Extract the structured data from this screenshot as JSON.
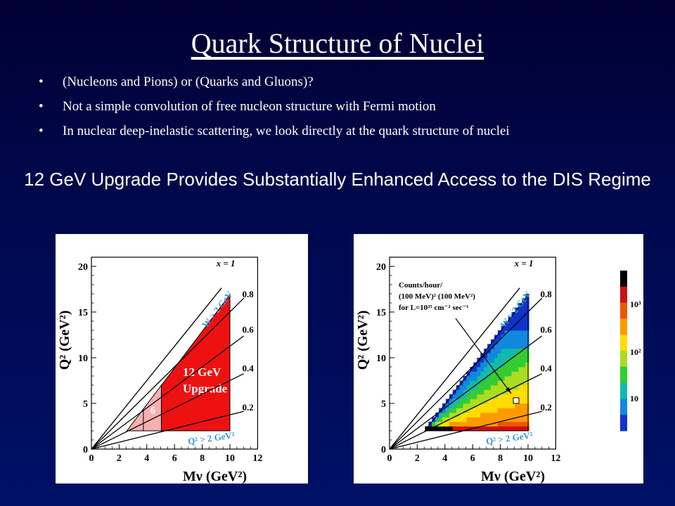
{
  "slide": {
    "title": "Quark Structure of Nuclei",
    "bullets": [
      "(Nucleons and Pions) or (Quarks and Gluons)?",
      "Not a simple convolution of free nucleon structure with Fermi motion",
      "In nuclear deep-inelastic scattering, we look directly at the quark structure of nuclei"
    ],
    "subtitle": "12 GeV Upgrade Provides Substantially Enhanced Access to the DIS Regime"
  },
  "chart_data": [
    {
      "type": "area",
      "xlabel": "Mν (GeV²)",
      "ylabel": "Q² (GeV²)",
      "xlim": [
        0,
        12
      ],
      "ylim": [
        0,
        21
      ],
      "x_ticks": [
        "0",
        "2",
        "4",
        "6",
        "8",
        "10",
        "12"
      ],
      "y_ticks": [
        "0",
        "5",
        "10",
        "15",
        "20"
      ],
      "x_lines": [
        {
          "label": "x = 1",
          "x": 1.0
        },
        {
          "label": "0.8",
          "x": 0.8
        },
        {
          "label": "0.6",
          "x": 0.6
        },
        {
          "label": "0.4",
          "x": 0.4
        },
        {
          "label": "0.2",
          "x": 0.2
        }
      ],
      "cut_labels": [
        "W > 2 GeV",
        "Q² > 2 GeV²"
      ],
      "regions": [
        {
          "name": "6",
          "label": "6",
          "color": "#f5b0b0"
        },
        {
          "name": "12 GeV Upgrade",
          "label": "12 GeV Upgrade",
          "color": "#ee1111"
        }
      ]
    },
    {
      "type": "heatmap",
      "xlabel": "Mν (GeV²)",
      "ylabel": "Q² (GeV²)",
      "xlim": [
        0,
        12
      ],
      "ylim": [
        0,
        21
      ],
      "x_ticks": [
        "0",
        "2",
        "4",
        "6",
        "8",
        "10",
        "12"
      ],
      "y_ticks": [
        "0",
        "5",
        "10",
        "15",
        "20"
      ],
      "x_lines": [
        {
          "label": "x = 1",
          "x": 1.0
        },
        {
          "label": "0.8",
          "x": 0.8
        },
        {
          "label": "0.6",
          "x": 0.6
        },
        {
          "label": "0.4",
          "x": 0.4
        },
        {
          "label": "0.2",
          "x": 0.2
        }
      ],
      "cut_labels": [
        "W > 2 GeV",
        "Q² > 2 GeV²"
      ],
      "annotation": [
        "Counts/hour/",
        "(100 MeV)² (100 MeV²)",
        "for L=10³⁵ cm⁻² sec⁻¹"
      ],
      "colorbar_ticks": [
        "10³",
        "10²",
        "10"
      ],
      "colorbar_colors": [
        "#000000",
        "#cc1111",
        "#ee5500",
        "#ff9900",
        "#ffdd00",
        "#aadd22",
        "#33cc33",
        "#11bbaa",
        "#1188dd",
        "#1133cc"
      ]
    }
  ]
}
